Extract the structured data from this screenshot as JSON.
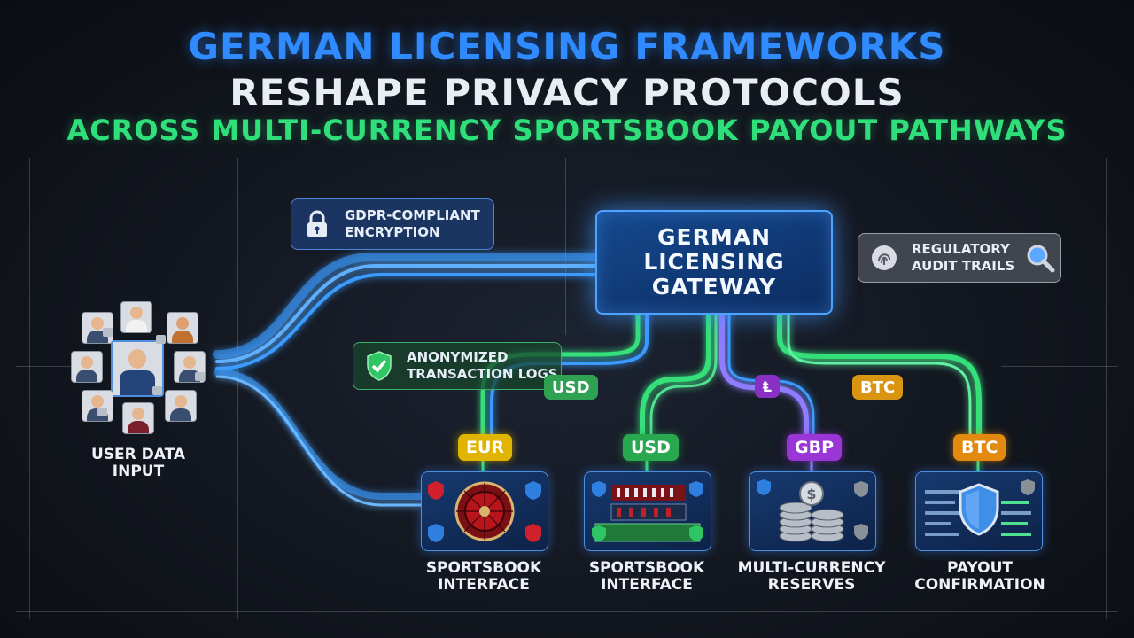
{
  "title": {
    "line1": "GERMAN LICENSING FRAMEWORKS",
    "line2": "RESHAPE PRIVACY PROTOCOLS",
    "line3": "ACROSS MULTI-CURRENCY SPORTSBOOK PAYOUT PATHWAYS"
  },
  "colors": {
    "title_blue": "#2f8bff",
    "title_green": "#2fe07a",
    "flow_blue": "#3a9bff",
    "flow_green": "#35e07a",
    "flow_purple": "#8f7bff",
    "eur": "#e0b400",
    "usd": "#29a94f",
    "gbp": "#9a35d6",
    "btc": "#e28a10"
  },
  "source": {
    "label": "USER DATA\nINPUT"
  },
  "gateway": {
    "label": "GERMAN\nLICENSING\nGATEWAY"
  },
  "callouts": {
    "gdpr": {
      "label": "GDPR-COMPLIANT\nENCRYPTION",
      "icon": "padlock-icon"
    },
    "audit": {
      "label": "REGULATORY\nAUDIT TRAILS",
      "icon": "magnifier-icon"
    },
    "anon": {
      "label": "ANONYMIZED\nTRANSACTION LOGS",
      "icon": "shield-check-icon"
    }
  },
  "path_badges": {
    "usd": "USD",
    "eth": "Ⱡ",
    "btc": "BTC"
  },
  "currency_badges": {
    "eur": "EUR",
    "usd": "USD",
    "gbp": "GBP",
    "btc": "BTC"
  },
  "destinations": [
    {
      "label": "SPORTSBOOK\nINTERFACE",
      "icon": "roulette-wheel-icon"
    },
    {
      "label": "SPORTSBOOK\nINTERFACE",
      "icon": "betting-table-icon"
    },
    {
      "label": "MULTI-CURRENCY\nRESERVES",
      "icon": "coin-stack-icon"
    },
    {
      "label": "PAYOUT\nCONFIRMATION",
      "icon": "shield-document-icon"
    }
  ]
}
